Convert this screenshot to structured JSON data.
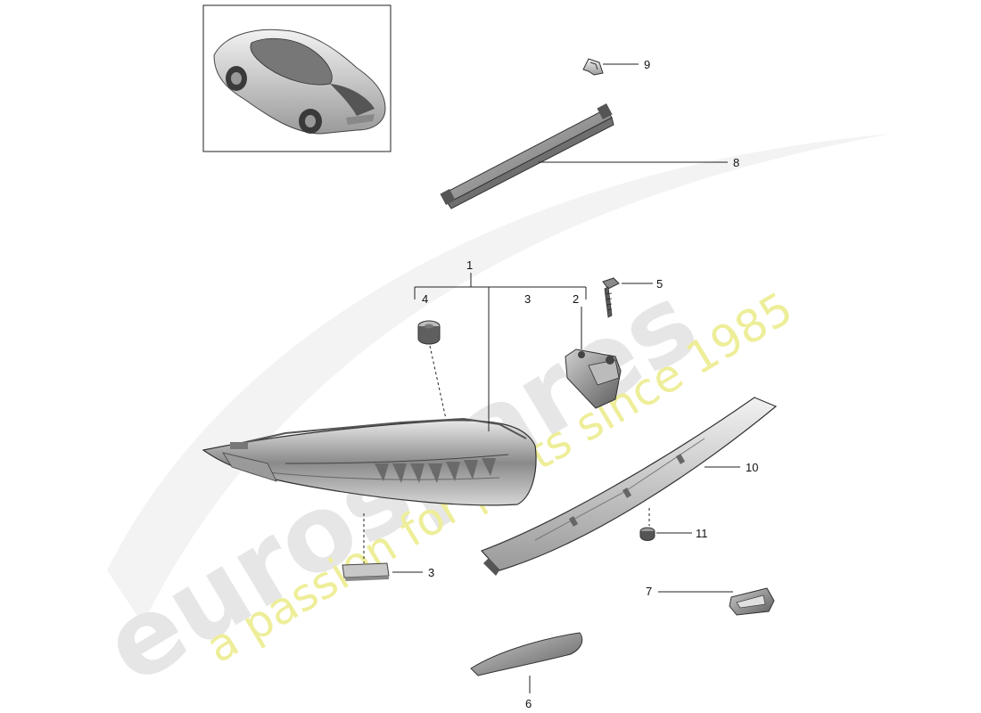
{
  "watermark": {
    "brand": "eurospares",
    "tagline": "a passion for parts since 1985",
    "brand_color": "#e6e6e6",
    "tagline_color": "#eeee9a"
  },
  "thumbnail": {
    "icon": "car-overview-icon"
  },
  "callouts": [
    {
      "id": "1",
      "text": "1"
    },
    {
      "id": "2",
      "text": "2"
    },
    {
      "id": "3a",
      "text": "3"
    },
    {
      "id": "3b",
      "text": "3"
    },
    {
      "id": "4",
      "text": "4"
    },
    {
      "id": "5",
      "text": "5"
    },
    {
      "id": "6",
      "text": "6"
    },
    {
      "id": "7",
      "text": "7"
    },
    {
      "id": "8",
      "text": "8"
    },
    {
      "id": "9",
      "text": "9"
    },
    {
      "id": "10",
      "text": "10"
    },
    {
      "id": "11",
      "text": "11"
    }
  ],
  "parts": [
    {
      "ref": "1",
      "icon": "tail-light-icon"
    },
    {
      "ref": "2",
      "icon": "bracket-icon"
    },
    {
      "ref": "3",
      "icon": "seal-strip-icon"
    },
    {
      "ref": "4",
      "icon": "grommet-icon"
    },
    {
      "ref": "5",
      "icon": "screw-icon"
    },
    {
      "ref": "6",
      "icon": "side-reflector-icon"
    },
    {
      "ref": "7",
      "icon": "license-lamp-icon"
    },
    {
      "ref": "8",
      "icon": "third-brake-light-icon"
    },
    {
      "ref": "9",
      "icon": "clip-icon"
    },
    {
      "ref": "10",
      "icon": "light-strip-icon"
    },
    {
      "ref": "11",
      "icon": "nut-icon"
    }
  ]
}
